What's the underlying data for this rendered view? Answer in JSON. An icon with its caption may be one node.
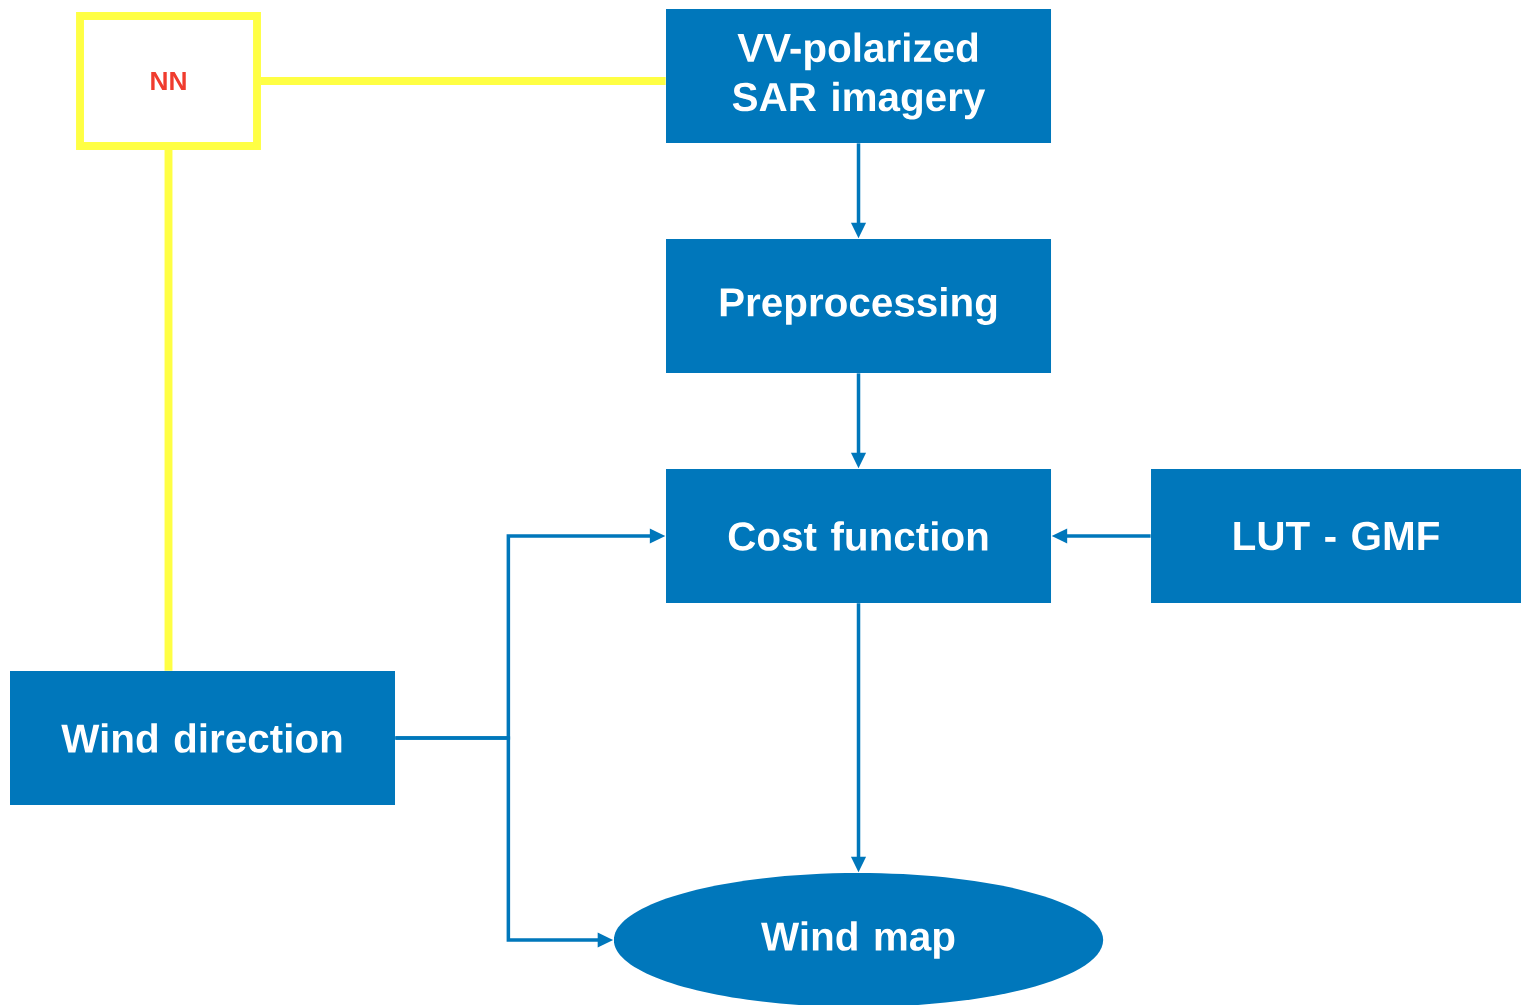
{
  "diagram": {
    "nodes": [
      {
        "text": [
          "NN"
        ]
      },
      {
        "text": [
          "VV-polarized SAR imagery"
        ]
      },
      {
        "text": [
          "Preprocessing"
        ]
      },
      {
        "text": [
          "Cost function"
        ]
      },
      {
        "text": [
          "LUT - GMF"
        ]
      },
      {
        "text": [
          "Wind direction"
        ]
      },
      {
        "text": [
          "Wind map"
        ]
      }
    ],
    "edges": [
      {
        "from": 0,
        "to": 1,
        "arrow": "none",
        "style": "thick",
        "color": "#ffff44"
      },
      {
        "from": 0,
        "to": 5,
        "arrow": "none",
        "style": "thick",
        "color": "#ffff44"
      },
      {
        "from": 1,
        "to": 2,
        "arrow": "to"
      },
      {
        "from": 2,
        "to": 3,
        "arrow": "to"
      },
      {
        "from": 4,
        "to": 3,
        "arrow": "to"
      },
      {
        "from": 5,
        "to": 3,
        "arrow": "to"
      },
      {
        "from": 5,
        "to": 6,
        "arrow": "to"
      },
      {
        "from": 3,
        "to": 6,
        "arrow": "to"
      }
    ]
  }
}
